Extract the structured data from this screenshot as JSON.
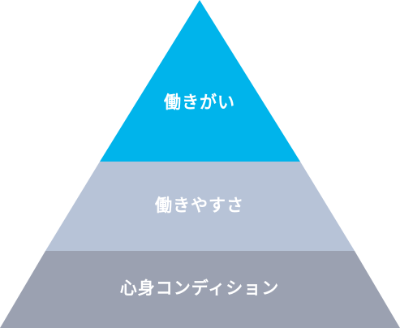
{
  "pyramid": {
    "tiers": [
      {
        "label": "働きがい",
        "color": "#00b4eb"
      },
      {
        "label": "働きやすさ",
        "color": "#b7c3d7"
      },
      {
        "label": "心身コンディション",
        "color": "#9ba1b1"
      }
    ]
  }
}
